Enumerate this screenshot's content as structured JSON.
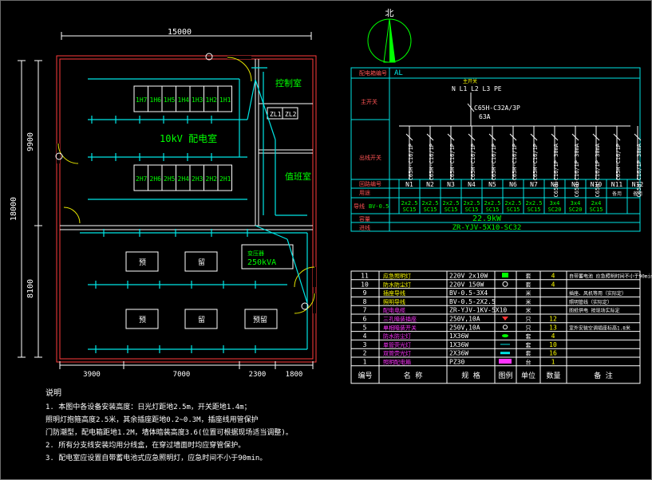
{
  "north": {
    "label": "北"
  },
  "floor_plan": {
    "total_width": "15000",
    "total_height": "18000",
    "upper_height": "9900",
    "lower_height": "8100",
    "bottom_dims": [
      "3900",
      "7000",
      "2300",
      "1800"
    ],
    "room_hv": "10kV 配电室",
    "room_control": "控制室",
    "room_duty": "值班室",
    "room_transformer_label": "250kVA",
    "room_transformer_cap": "变压器",
    "panel_row1": [
      "1H7",
      "1H6",
      "1H5",
      "1H4",
      "1H3",
      "1H2",
      "1H1"
    ],
    "panel_row2": [
      "2H7",
      "2H6",
      "2H5",
      "2H4",
      "2H3",
      "2H2",
      "2H1"
    ],
    "ll_panels": [
      "ZL1",
      "ZL2"
    ],
    "cabinets": [
      "预",
      "留",
      "预",
      "留",
      "预留"
    ]
  },
  "system": {
    "header_left": "配电箱编号",
    "header_value": "AL",
    "row_main": "主开关",
    "row_branch": "出线开关",
    "phases": "N L1 L2 L3 PE",
    "main_breaker": "C65H-C32A/3P",
    "main_amp": "63A",
    "circuit_row_label": "回路编号",
    "usage_row_label": "用途",
    "cable_row_label": "导线",
    "cable_type": "BV-0.5",
    "circuits": [
      "N1",
      "N2",
      "N3",
      "N4",
      "N5",
      "N6",
      "N7",
      "N8",
      "N9",
      "N10",
      "N11",
      "N12"
    ],
    "breakers": [
      "C65H-C16/1P",
      "C65H-C16/1P",
      "C65H-C16/1P",
      "C65H-C16/1P",
      "C65H-C16/1P",
      "C65H-C16/1P",
      "C65H-C16/1P",
      "C65H-C16/1P 30mA",
      "C65H-C16/1P 30mA",
      "C65H-C16/1P 30mA",
      "C65H-C16/1P",
      "C65H-C16/1P 30mA"
    ],
    "cables": [
      "2x2.5 SC15",
      "2x2.5 SC15",
      "2x2.5 SC15",
      "2x2.5 SC15",
      "2x2.5 SC15",
      "2x2.5 SC15",
      "2x2.5 SC15",
      "3x4 SC20",
      "3x4 SC20",
      "2x4 SC15",
      "",
      ""
    ],
    "usage": [
      "",
      "",
      "",
      "",
      "",
      "",
      "",
      "",
      "",
      "",
      "备用",
      "备用"
    ],
    "power_label": "容量",
    "power": "22.9kW",
    "incoming_label": "进线",
    "incoming": "ZR-YJV-5X10-SC32"
  },
  "legend": {
    "headers": [
      "编号",
      "名 称",
      "规 格",
      "图例",
      "单位",
      "数量",
      "备 注"
    ],
    "rows": [
      {
        "no": "11",
        "name": "应急照明灯",
        "spec": "220V 2x10W",
        "unit": "套",
        "qty": "4",
        "note": "自带蓄电池 应急照明时间不小于90min",
        "nc": "ty"
      },
      {
        "no": "10",
        "name": "防水防尘灯",
        "spec": "220V 150W",
        "unit": "套",
        "qty": "4",
        "note": "",
        "nc": "ty"
      },
      {
        "no": "9",
        "name": "插座导线",
        "spec": "BV-0.5-3X4",
        "unit": "米",
        "qty": "",
        "note": "插座、风机等用（实际定）",
        "nc": "ty"
      },
      {
        "no": "8",
        "name": "照明导线",
        "spec": "BV-0.5-2X2.5",
        "unit": "米",
        "qty": "",
        "note": "照明管线（实际定）",
        "nc": "ty"
      },
      {
        "no": "7",
        "name": "配电电缆",
        "spec": "ZR-YJV-1KV-5X10",
        "unit": "米",
        "qty": "",
        "note": "图纸供电 按现场实际定",
        "nc": "tm"
      },
      {
        "no": "6",
        "name": "三孔暗装插座",
        "spec": "250V,10A",
        "unit": "只",
        "qty": "12",
        "note": "",
        "nc": "tm"
      },
      {
        "no": "5",
        "name": "单相暗装开关",
        "spec": "250V,10A",
        "unit": "只",
        "qty": "13",
        "note": "室外安装空调插座标高1.8米",
        "nc": "tm"
      },
      {
        "no": "4",
        "name": "防水防尘灯",
        "spec": "1X36W",
        "unit": "套",
        "qty": "4",
        "note": "",
        "nc": "tm"
      },
      {
        "no": "3",
        "name": "单管荧光灯",
        "spec": "1X36W",
        "unit": "套",
        "qty": "10",
        "note": "",
        "nc": "tm"
      },
      {
        "no": "2",
        "name": "双管荧光灯",
        "spec": "2X36W",
        "unit": "套",
        "qty": "16",
        "note": "",
        "nc": "tm"
      },
      {
        "no": "1",
        "name": "照明配电箱",
        "spec": "PZ30",
        "unit": "台",
        "qty": "1",
        "note": "",
        "nc": "tm"
      }
    ]
  },
  "notes": {
    "title": "说明",
    "lines": [
      "1. 本图中各设备安装高度：日光灯距地2.5m，开关距地1.4m；",
      "照明灯抱箍高度2.5米，其余插座距地0.2~0.3M，插座线用管保护",
      "门防潮型，配电箱距地1.2M，墙体暗装高度3.6(位置可根据现场适当调整)。",
      "2. 所有分支线安装均用分线盒，在穿过墙面时均应穿管保护。",
      "3. 配电室应设置自带蓄电池式应急照明灯，应急时间不小于90min。"
    ]
  }
}
